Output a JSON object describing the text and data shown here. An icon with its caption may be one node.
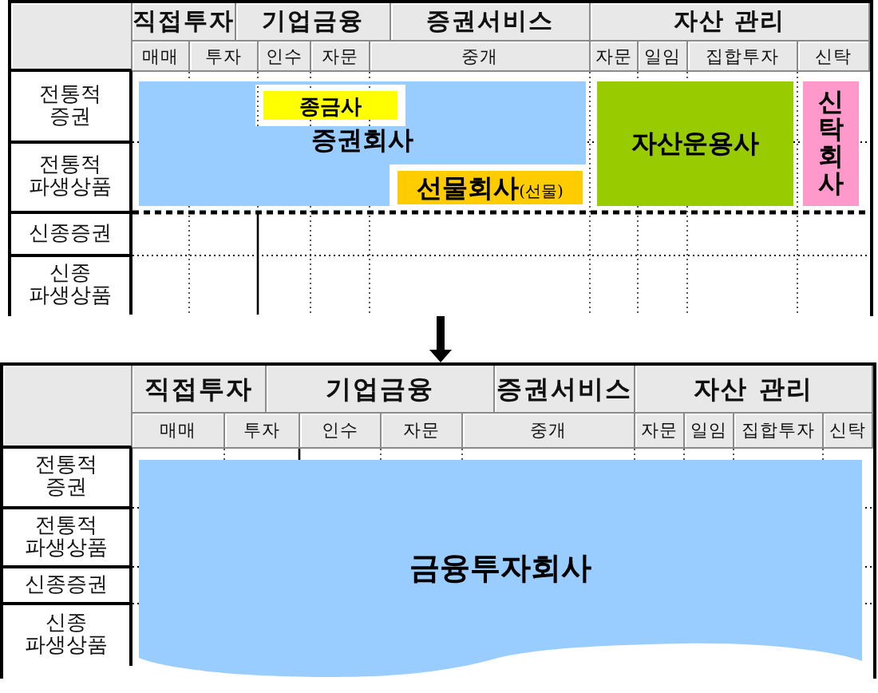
{
  "diagram": {
    "nodes": [
      {
        "text": [],
        "shape": "table"
      },
      {
        "text": [
          "증권회사"
        ],
        "in": 0
      },
      {
        "text": [
          "종금사"
        ],
        "in": 1
      },
      {
        "text": [
          "선물회사",
          "(선물)"
        ],
        "in": 1
      },
      {
        "text": [
          "자산운용사"
        ],
        "in": 0
      },
      {
        "text": [
          "신탁회사"
        ],
        "in": 0
      },
      {
        "text": [],
        "shape": "table"
      },
      {
        "text": [
          "금융투자회사"
        ],
        "in": 6
      }
    ],
    "edges": [
      {
        "from": 0,
        "to": 6,
        "arrow": "to"
      }
    ],
    "labels": [
      "직접투자",
      "기업금융",
      "증권서비스",
      "자산 관리",
      "매매",
      "투자",
      "인수",
      "자문",
      "중개",
      "자문",
      "일임",
      "집합투자",
      "신탁",
      "전통적 증권",
      "전통적 파생상품",
      "신종증권",
      "신종 파생상품",
      "직접투자",
      "기업금융",
      "증권서비스",
      "자산 관리",
      "매매",
      "투자",
      "인수",
      "자문",
      "중개",
      "자문",
      "일임",
      "집합투자",
      "신탁",
      "전통적 증권",
      "전통적 파생상품",
      "신종증권",
      "신종 파생상품"
    ]
  }
}
